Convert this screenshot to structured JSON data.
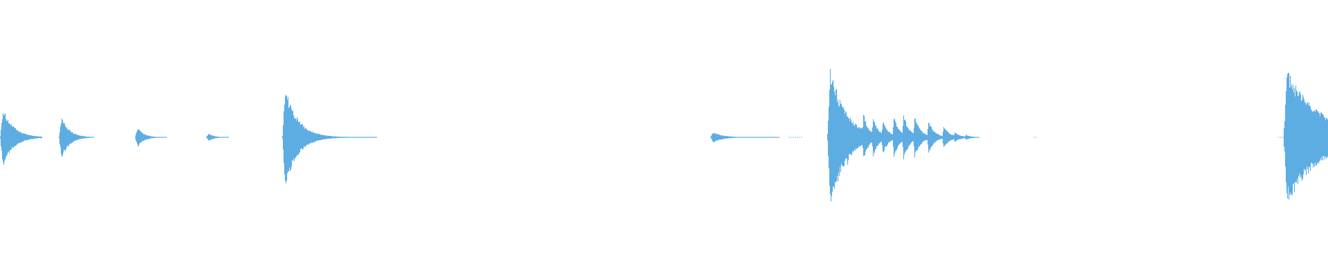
{
  "waveform": {
    "color": "#5dade2",
    "background": "#ffffff",
    "events": [
      {
        "name": "burst-1",
        "t0": 0,
        "t1": 60,
        "amp": 0.44,
        "decay": 0.065,
        "tail": 0.05
      },
      {
        "name": "burst-2",
        "t0": 85,
        "t1": 135,
        "amp": 0.35,
        "decay": 0.09,
        "tail": 0.05
      },
      {
        "name": "burst-3",
        "t0": 195,
        "t1": 240,
        "amp": 0.17,
        "decay": 0.11,
        "tail": 0.05
      },
      {
        "name": "burst-4",
        "t0": 298,
        "t1": 330,
        "amp": 0.07,
        "decay": 0.13,
        "tail": 0.05
      },
      {
        "name": "burst-5",
        "t0": 408,
        "t1": 548,
        "amp": 0.73,
        "decay": 0.055,
        "tail": 0.04
      },
      {
        "name": "burst-6",
        "t0": 1027,
        "t1": 1160,
        "amp": 0.08,
        "decay": 0.07,
        "tail": 0.04
      },
      {
        "name": "burst-7",
        "t0": 1196,
        "t1": 1415,
        "amp": 1.0,
        "decay": 0.045,
        "tail": 0.08,
        "subpeaks": [
          {
            "at": 1225,
            "amp": 0.32
          },
          {
            "at": 1248,
            "amp": 0.28
          },
          {
            "at": 1262,
            "amp": 0.24
          },
          {
            "at": 1276,
            "amp": 0.2
          },
          {
            "at": 1292,
            "amp": 0.25
          },
          {
            "at": 1306,
            "amp": 0.27
          },
          {
            "at": 1322,
            "amp": 0.25
          },
          {
            "at": 1342,
            "amp": 0.2
          },
          {
            "at": 1364,
            "amp": 0.14
          },
          {
            "at": 1380,
            "amp": 0.06
          },
          {
            "at": 1396,
            "amp": 0.03
          }
        ]
      },
      {
        "name": "burst-8",
        "t0": 1856,
        "t1": 1920,
        "amp": 0.85,
        "decay": 0.02,
        "tail": 0.25
      }
    ]
  }
}
